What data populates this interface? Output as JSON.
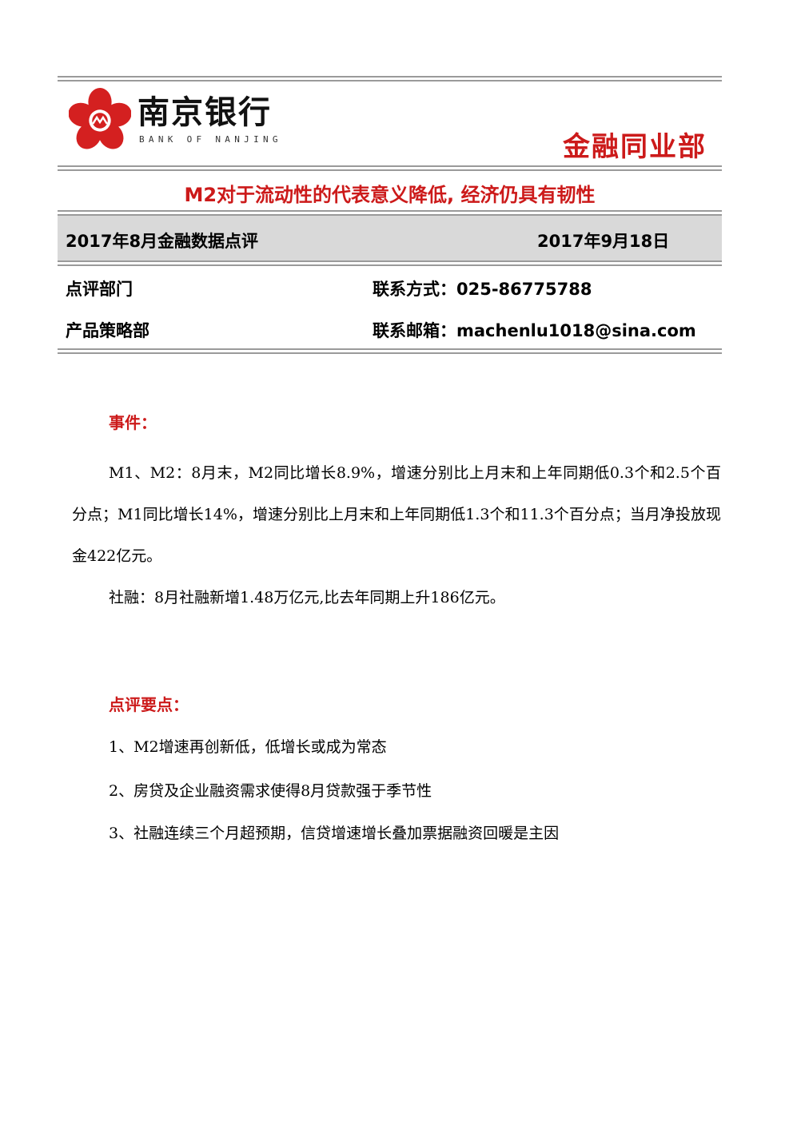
{
  "header": {
    "logo_cn": "南京银行",
    "logo_en": "BANK OF NANJING",
    "department": "金融同业部"
  },
  "headline": "M2对于流动性的代表意义降低, 经济仍具有韧性",
  "report_bar": {
    "title": "2017年8月金融数据点评",
    "date": "2017年9月18日"
  },
  "info": {
    "dept_label": "点评部门",
    "dept_value": "产品策略部",
    "phone": "联系方式：025-86775788",
    "email": "联系邮箱：machenlu1018@sina.com"
  },
  "event": {
    "title": "事件：",
    "paragraph1": "M1、M2：8月末，M2同比增长8.9%，增速分别比上月末和上年同期低0.3个和2.5个百分点；M1同比增长14%，增速分别比上月末和上年同期低1.3个和11.3个百分点；当月净投放现金422亿元。",
    "paragraph2": "社融：8月社融新增1.48万亿元,比去年同期上升186亿元。"
  },
  "points": {
    "title": "点评要点：",
    "items": [
      "1、M2增速再创新低，低增长或成为常态",
      "2、房贷及企业融资需求使得8月贷款强于季节性",
      "3、社融连续三个月超预期，信贷增速增长叠加票据融资回暖是主因"
    ]
  },
  "colors": {
    "accent_red": "#cc1a1a",
    "bar_grey": "#d9d9d9",
    "rule_grey": "#9a9a9a"
  }
}
